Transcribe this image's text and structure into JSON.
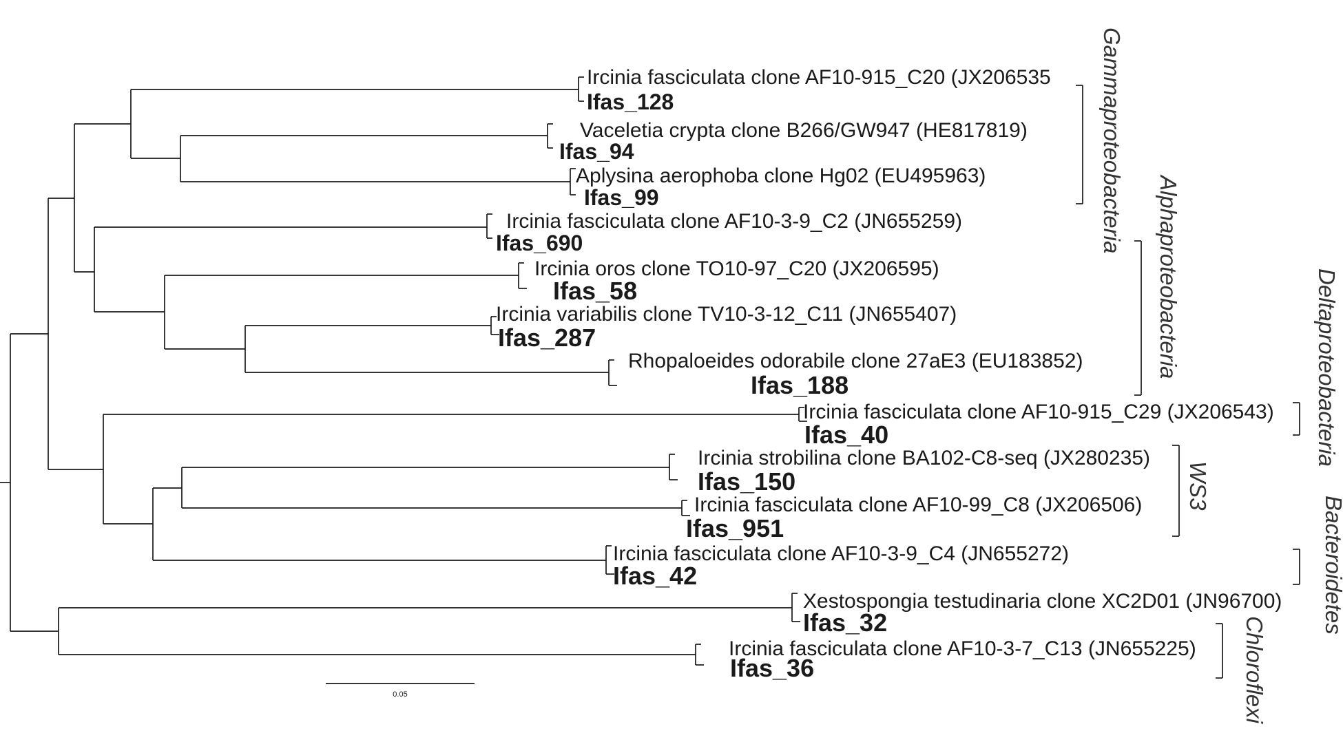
{
  "leaves": [
    {
      "id": "ref-af10-915-c20",
      "label": "Ircinia fasciculata clone AF10-915_C20 (JX206535",
      "bold": false
    },
    {
      "id": "ifas-128",
      "label": "Ifas_128",
      "bold": true
    },
    {
      "id": "ref-b266",
      "label": "Vaceletia crypta clone B266/GW947 (HE817819)",
      "bold": false
    },
    {
      "id": "ifas-94",
      "label": "Ifas_94",
      "bold": true
    },
    {
      "id": "ref-hg02",
      "label": "Aplysina aerophoba clone Hg02 (EU495963)",
      "bold": false
    },
    {
      "id": "ifas-99",
      "label": "Ifas_99",
      "bold": true
    },
    {
      "id": "ref-af10-3-9-c2",
      "label": "Ircinia fasciculata clone AF10-3-9_C2 (JN655259)",
      "bold": false
    },
    {
      "id": "ifas-690",
      "label": "Ifas_690",
      "bold": true
    },
    {
      "id": "ref-to10",
      "label": "Ircinia oros clone TO10-97_C20 (JX206595)",
      "bold": false
    },
    {
      "id": "ifas-58",
      "label": "Ifas_58",
      "bold": true
    },
    {
      "id": "ref-tv10",
      "label": "Ircinia variabilis clone TV10-3-12_C11 (JN655407)",
      "bold": false
    },
    {
      "id": "ifas-287",
      "label": "Ifas_287",
      "bold": true
    },
    {
      "id": "ref-27ae3",
      "label": "Rhopaloeides odorabile clone 27aE3 (EU183852)",
      "bold": false
    },
    {
      "id": "ifas-188",
      "label": "Ifas_188",
      "bold": true
    },
    {
      "id": "ref-af10-915-c29",
      "label": "Ircinia fasciculata clone AF10-915_C29 (JX206543)",
      "bold": false
    },
    {
      "id": "ifas-40",
      "label": "Ifas_40",
      "bold": true
    },
    {
      "id": "ref-ba102",
      "label": "Ircinia strobilina clone BA102-C8-seq (JX280235)",
      "bold": false
    },
    {
      "id": "ifas-150",
      "label": "Ifas_150",
      "bold": true
    },
    {
      "id": "ref-af10-99-c8",
      "label": "Ircinia fasciculata clone AF10-99_C8 (JX206506)",
      "bold": false
    },
    {
      "id": "ifas-951",
      "label": "Ifas_951",
      "bold": true
    },
    {
      "id": "ref-af10-3-9-c4",
      "label": "Ircinia fasciculata clone AF10-3-9_C4 (JN655272)",
      "bold": false
    },
    {
      "id": "ifas-42",
      "label": "Ifas_42",
      "bold": true
    },
    {
      "id": "ref-xc2d01",
      "label": "Xestospongia testudinaria clone XC2D01 (JN96700)",
      "bold": false
    },
    {
      "id": "ifas-32",
      "label": "Ifas_32",
      "bold": true
    },
    {
      "id": "ref-af10-3-7-c13",
      "label": "Ircinia fasciculata clone AF10-3-7_C13 (JN655225)",
      "bold": false
    },
    {
      "id": "ifas-36",
      "label": "Ifas_36",
      "bold": true
    }
  ],
  "groups": [
    {
      "id": "gammaproteobacteria",
      "label": "Gammaproteobacteria"
    },
    {
      "id": "alphaproteobacteria",
      "label": "Alphaproteobacteria"
    },
    {
      "id": "deltaproteobacteria",
      "label": "Deltaproteobacteria"
    },
    {
      "id": "ws3",
      "label": "WS3"
    },
    {
      "id": "bacteroidetes",
      "label": "Bacteroidetes"
    },
    {
      "id": "chloroflexi",
      "label": "Chloroflexi"
    }
  ],
  "scale_bar": {
    "label": "0.05",
    "value": 0.05
  }
}
